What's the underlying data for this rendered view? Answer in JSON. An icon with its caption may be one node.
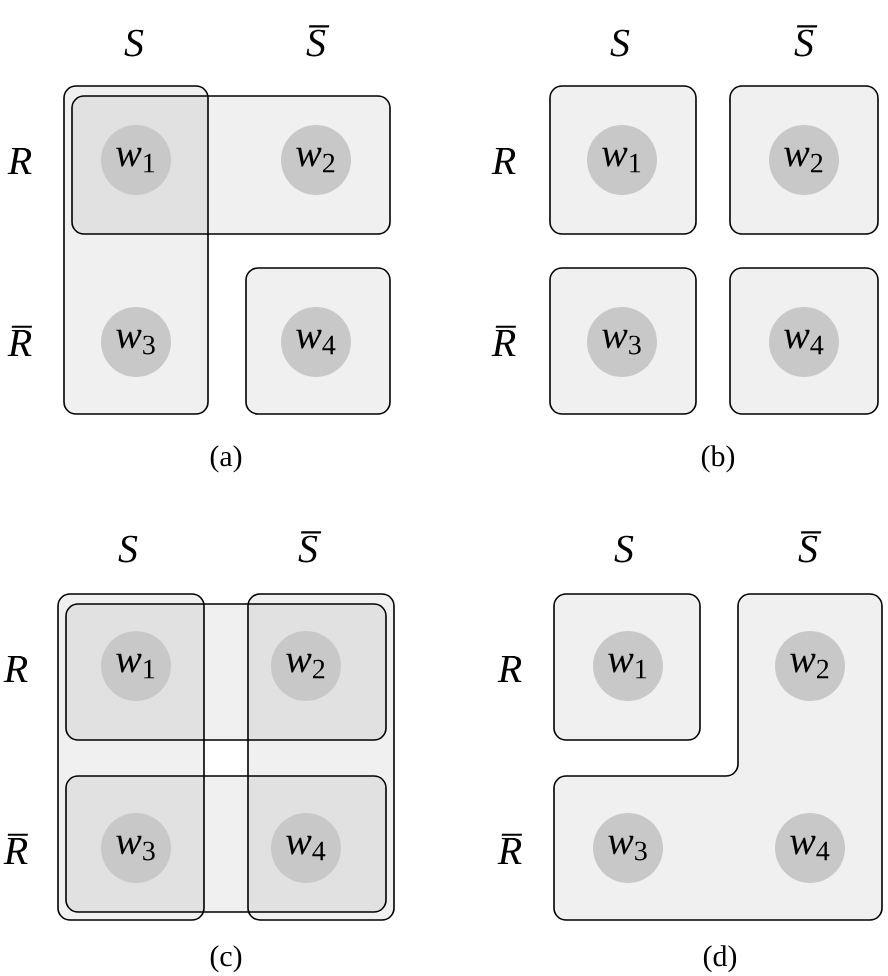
{
  "diagram": {
    "nodes": [
      {
        "text": [],
        "shape": "box"
      },
      {
        "text": [],
        "shape": "box"
      },
      {
        "text": [
          "*w*$_{1}$"
        ]
      },
      {
        "text": [
          "*w*$_{2}$"
        ],
        "in": 1
      },
      {
        "text": [
          "*w*$_{3}$"
        ],
        "in": 0
      },
      {
        "text": [],
        "shape": "box"
      },
      {
        "text": [
          "*w*$_{4}$"
        ],
        "in": 5
      },
      {
        "text": [],
        "shape": "box"
      },
      {
        "text": [
          "*w*$_{1}$"
        ],
        "in": 7
      },
      {
        "text": [],
        "shape": "box"
      },
      {
        "text": [
          "*w*$_{2}$"
        ],
        "in": 9
      },
      {
        "text": [],
        "shape": "box"
      },
      {
        "text": [
          "*w*$_{3}$"
        ],
        "in": 11
      },
      {
        "text": [],
        "shape": "box"
      },
      {
        "text": [
          "*w*$_{4}$"
        ],
        "in": 13
      },
      {
        "text": [],
        "shape": "box"
      },
      {
        "text": [],
        "shape": "box"
      },
      {
        "text": [],
        "shape": "box"
      },
      {
        "text": [],
        "shape": "box"
      },
      {
        "text": [
          "*w*$_{1}$"
        ]
      },
      {
        "text": [
          "*w*$_{2}$"
        ]
      },
      {
        "text": [
          "*w*$_{3}$"
        ]
      },
      {
        "text": [
          "*w*$_{4}$"
        ]
      },
      {
        "text": [],
        "shape": "box"
      },
      {
        "text": [
          "*w*$_{1}$"
        ],
        "in": 23
      },
      {
        "text": [],
        "shape": "box"
      },
      {
        "text": [
          "*w*$_{2}$"
        ],
        "in": 25
      },
      {
        "text": [
          "*w*$_{3}$"
        ],
        "in": 25
      },
      {
        "text": [
          "*w*$_{4}$"
        ],
        "in": 25
      }
    ],
    "labels": [
      "S",
      "S̅",
      "R",
      "R̅",
      "(a)",
      "S",
      "S̅",
      "R",
      "R̅",
      "(b)",
      "S",
      "S̅",
      "R",
      "R̅",
      "(c)",
      "S",
      "S̅",
      "R",
      "R̅",
      "(d)"
    ]
  }
}
